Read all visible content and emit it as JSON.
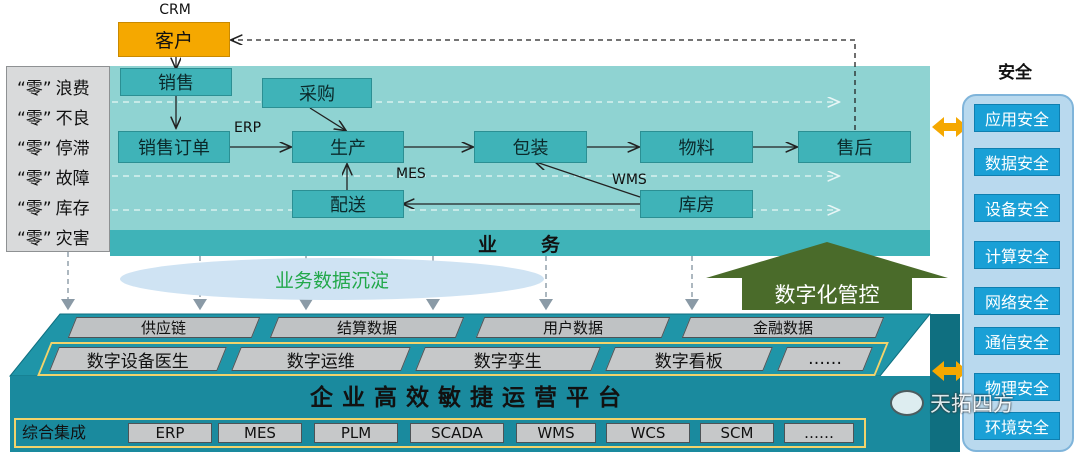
{
  "crm": {
    "label": "CRM",
    "customer": "客户"
  },
  "zero_items": [
    {
      "q": "“零”",
      "t": "浪费"
    },
    {
      "q": "“零”",
      "t": "不良"
    },
    {
      "q": "“零”",
      "t": "停滞"
    },
    {
      "q": "“零”",
      "t": "故障"
    },
    {
      "q": "“零”",
      "t": "库存"
    },
    {
      "q": "“零”",
      "t": "灾害"
    }
  ],
  "business": {
    "sales": "销售",
    "purchase": "采购",
    "sales_order": "销售订单",
    "production": "生产",
    "packaging": "包装",
    "material": "物料",
    "after_sales": "售后",
    "delivery": "配送",
    "warehouse": "库房",
    "erp_label": "ERP",
    "mes_label": "MES",
    "wms_label": "WMS",
    "band_title": "业　　务"
  },
  "sediment": "业务数据沉淀",
  "digital_control": "数字化管控",
  "platform": {
    "top_row": [
      "供应链",
      "结算数据",
      "用户数据",
      "金融数据"
    ],
    "mid_row": [
      "数字设备医生",
      "数字运维",
      "数字孪生",
      "数字看板",
      "……"
    ],
    "title": "企业高效敏捷运营平台",
    "integration_label": "综合集成",
    "systems": [
      "ERP",
      "MES",
      "PLM",
      "SCADA",
      "WMS",
      "WCS",
      "SCM",
      "……"
    ]
  },
  "security": {
    "title": "安全",
    "items": [
      "应用安全",
      "数据安全",
      "设备安全",
      "计算安全",
      "网络安全",
      "通信安全",
      "物理安全",
      "环境安全"
    ]
  },
  "watermark": "天拓四方",
  "colors": {
    "teal": "#3fb3b8",
    "band": "#8fd3d2",
    "platform": "#1a8a9e",
    "security": "#1aa0d6",
    "arrow_green": "#4a6b2a",
    "accent_orange": "#f5a800"
  }
}
